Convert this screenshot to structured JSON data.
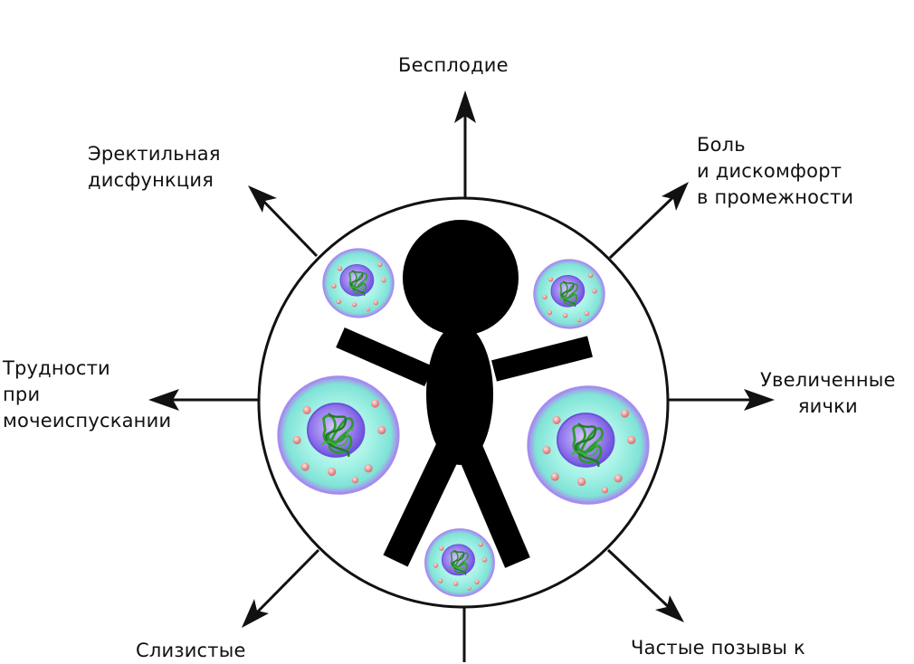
{
  "colors": {
    "outline": "#111111",
    "figure": "#000000",
    "cell_fill": "#9ff0e2",
    "cell_edge": "#9a7fe8",
    "nucleus": "#7f63e6",
    "nucleus_light": "#c0b2f5",
    "chromatin": "#2e9a2e",
    "granule": "#e88d8d"
  },
  "labels": {
    "top": [
      "Бесплодие"
    ],
    "upper_left": [
      "Эректильная",
      "дисфункция"
    ],
    "upper_right": [
      "Боль",
      "и дискомфорт",
      "в промежности"
    ],
    "left": [
      "Трудности",
      "при",
      "мочеиспускании"
    ],
    "right": [
      "Увеличенные",
      "яички"
    ],
    "lower_left": [
      "Слизистые"
    ],
    "lower_right": [
      "Частые позывы к"
    ]
  },
  "icons": {
    "center_figure": "stick-figure-icon",
    "cells": "cell-with-nucleus-icon",
    "arrows": "arrow-icon"
  }
}
